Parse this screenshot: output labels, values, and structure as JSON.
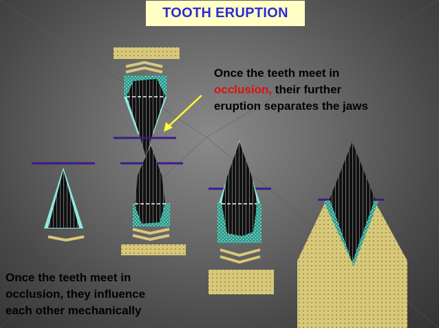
{
  "title": "TOOTH ERUPTION",
  "annotations": {
    "top_line1": "Once the teeth meet in",
    "top_highlight": "occlusion,",
    "top_line2_rest": " their further",
    "top_line3": "eruption separates the jaws",
    "bottom_line1": "Once the teeth meet in",
    "bottom_line2": "occlusion, they influence",
    "bottom_line3": "each other mechanically"
  },
  "colors": {
    "title_bg": "#ffffc6",
    "title_text": "#2b2bd6",
    "highlight": "#e01010",
    "bone": "#d8c87a",
    "tooth": "#1a1a1a",
    "follicle": "#8fe8e0",
    "gingiva_line": "#3a1a8a",
    "arrow": "#ffff33"
  }
}
